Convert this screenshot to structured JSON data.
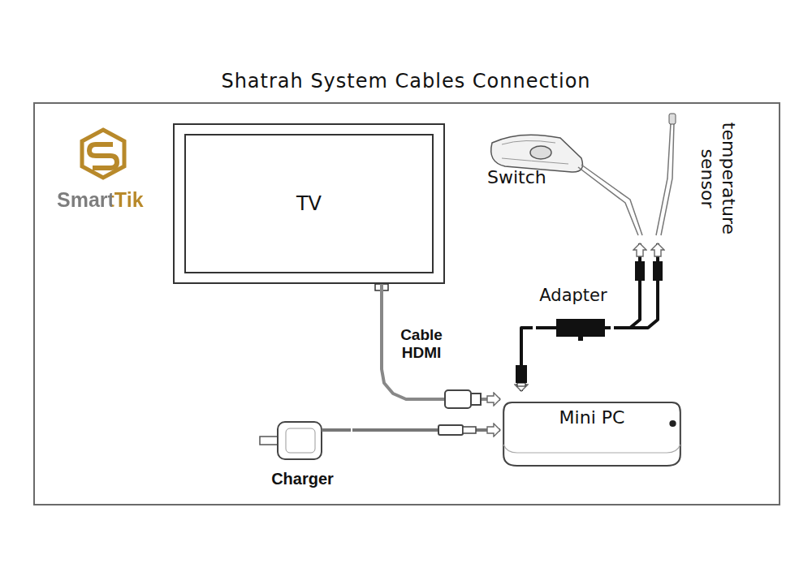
{
  "diagram": {
    "title": "Shatrah System Cables Connection",
    "nodes": [
      {
        "text": [
          "TV"
        ]
      },
      {
        "text": [
          "Switch"
        ]
      },
      {
        "text": [
          "temperature sensor"
        ]
      },
      {
        "text": [
          "Adapter"
        ]
      },
      {
        "text": [
          "Mini PC"
        ]
      },
      {
        "text": [
          "Charger"
        ]
      }
    ],
    "edges": [
      {
        "from": 0,
        "to": 4,
        "label": "Cable HDMI",
        "arrow": "to"
      },
      {
        "from": 3,
        "to": 1,
        "arrow": "to"
      },
      {
        "from": 3,
        "to": 2,
        "arrow": "to"
      },
      {
        "from": 3,
        "to": 4,
        "arrow": "to"
      },
      {
        "from": 5,
        "to": 4,
        "arrow": "to"
      }
    ],
    "labels": [
      "SmartTik"
    ]
  }
}
